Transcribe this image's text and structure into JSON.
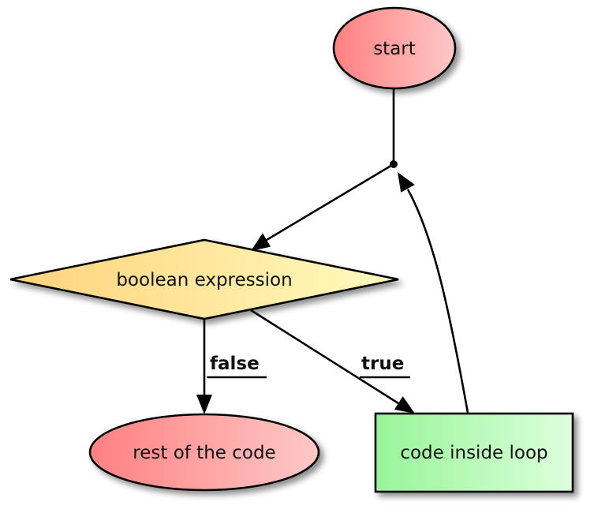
{
  "nodes": {
    "start": {
      "label": "start",
      "gradient": [
        "#ff8080",
        "#ffc8c8"
      ]
    },
    "condition": {
      "label": "boolean expression",
      "gradient": [
        "#ffd27a",
        "#fffcc0"
      ]
    },
    "rest": {
      "label": "rest of the code",
      "gradient": [
        "#ff8080",
        "#ffc8c8"
      ]
    },
    "body": {
      "label": "code inside loop",
      "gradient": [
        "#98f598",
        "#dcffdc"
      ]
    }
  },
  "edges": {
    "false_label": "false",
    "true_label": "true"
  },
  "colors": {
    "stroke": "#000000",
    "shadow": "#888888"
  }
}
